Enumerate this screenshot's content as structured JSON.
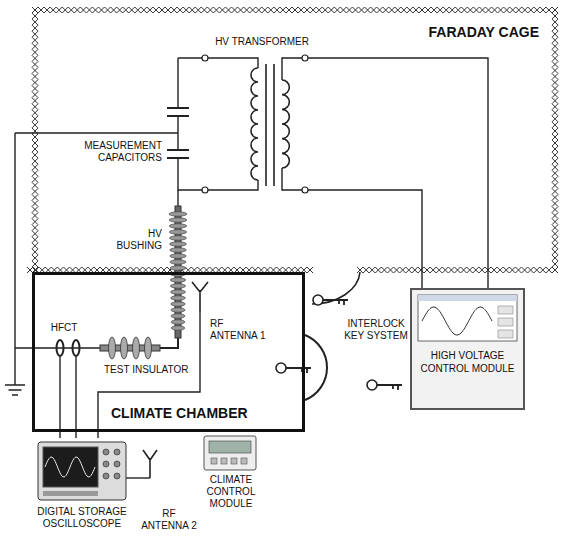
{
  "diagram": {
    "nodes": [
      {
        "text": [
          "FARADAY CAGE"
        ]
      },
      {
        "text": [
          "CLIMATE CHAMBER"
        ]
      },
      {
        "text": [
          "HIGH VOLTAGE CONTROL MODULE"
        ]
      },
      {
        "text": [
          "CLIMATE CONTROL MODULE"
        ]
      },
      {
        "text": [
          "DIGITAL STORAGE OSCILLOSCOPE"
        ]
      }
    ],
    "edges": [
      {
        "from": 4,
        "to": 1,
        "arrow": "none"
      }
    ],
    "labels": [
      "HV TRANSFORMER",
      "MEASUREMENT CAPACITORS",
      "HV BUSHING",
      "HFCT",
      "TEST INSULATOR",
      "RF ANTENNA 1",
      "INTERLOCK KEY SYSTEM",
      "RF ANTENNA 2"
    ]
  }
}
